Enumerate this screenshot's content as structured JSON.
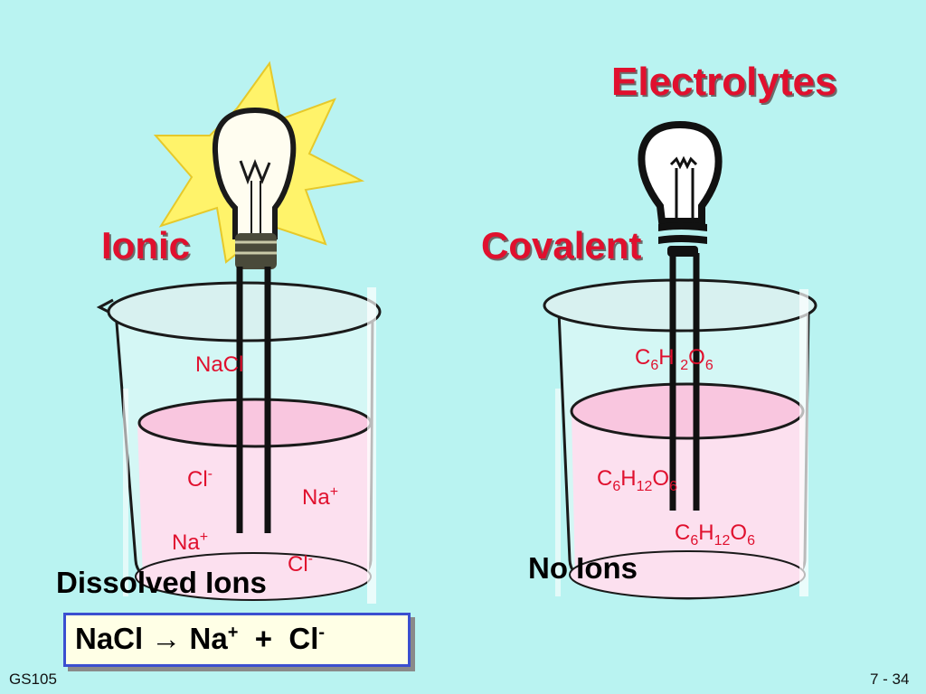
{
  "title": "Electrolytes",
  "ionic": {
    "heading": "Ionic",
    "top_label": "NaCl",
    "ions": [
      "Cl",
      "Na",
      "Na",
      "Cl"
    ],
    "ion_charges": [
      "-",
      "+",
      "+",
      "-"
    ],
    "caption": "Dissolved Ions"
  },
  "covalent": {
    "heading": "Covalent",
    "caption": "No Ions",
    "molecule": {
      "c": "C",
      "c_sub": "6",
      "h": "H",
      "h_sub": "12",
      "o": "O",
      "o_sub": "6"
    },
    "top_h_sub": "2"
  },
  "equation": {
    "reactant": "NaCl",
    "arrow": "→",
    "product1": "Na",
    "product1_charge": "+",
    "plus": "+",
    "product2": "Cl",
    "product2_charge": "-"
  },
  "footer": {
    "left": "GS105",
    "right": "7 - 34"
  },
  "colors": {
    "background": "#b9f3f1",
    "accent": "#e0102e",
    "solution": "#fce0ef",
    "glow": "#fff36a"
  }
}
